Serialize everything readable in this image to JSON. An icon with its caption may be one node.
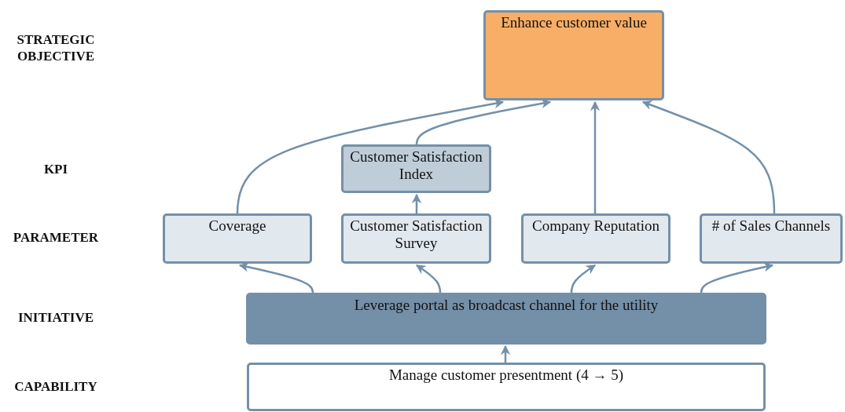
{
  "diagram": {
    "nodes": [
      {
        "text": [
          "Enhance customer value"
        ]
      },
      {
        "text": [
          "Customer Satisfaction Index"
        ]
      },
      {
        "text": [
          "Coverage"
        ]
      },
      {
        "text": [
          "Customer Satisfaction Survey"
        ]
      },
      {
        "text": [
          "Company Reputation"
        ]
      },
      {
        "text": [
          "# of Sales Channels"
        ]
      },
      {
        "text": [
          "Leverage portal as broadcast channel for the utility"
        ]
      },
      {
        "text": [
          "Manage customer presentment (4 → 5)"
        ]
      }
    ],
    "edges": [
      {
        "from": 7,
        "to": 6,
        "arrow": "to"
      },
      {
        "from": 6,
        "to": 2,
        "arrow": "to"
      },
      {
        "from": 6,
        "to": 3,
        "arrow": "to"
      },
      {
        "from": 6,
        "to": 4,
        "arrow": "to"
      },
      {
        "from": 6,
        "to": 5,
        "arrow": "to"
      },
      {
        "from": 3,
        "to": 1,
        "arrow": "to"
      },
      {
        "from": 2,
        "to": 0,
        "arrow": "to"
      },
      {
        "from": 1,
        "to": 0,
        "arrow": "to"
      },
      {
        "from": 4,
        "to": 0,
        "arrow": "to"
      },
      {
        "from": 5,
        "to": 0,
        "arrow": "to"
      }
    ],
    "labels": [
      "STRATEGIC OBJECTIVE",
      "KPI",
      "PARAMETER",
      "INITIATIVE",
      "CAPABILITY"
    ]
  }
}
